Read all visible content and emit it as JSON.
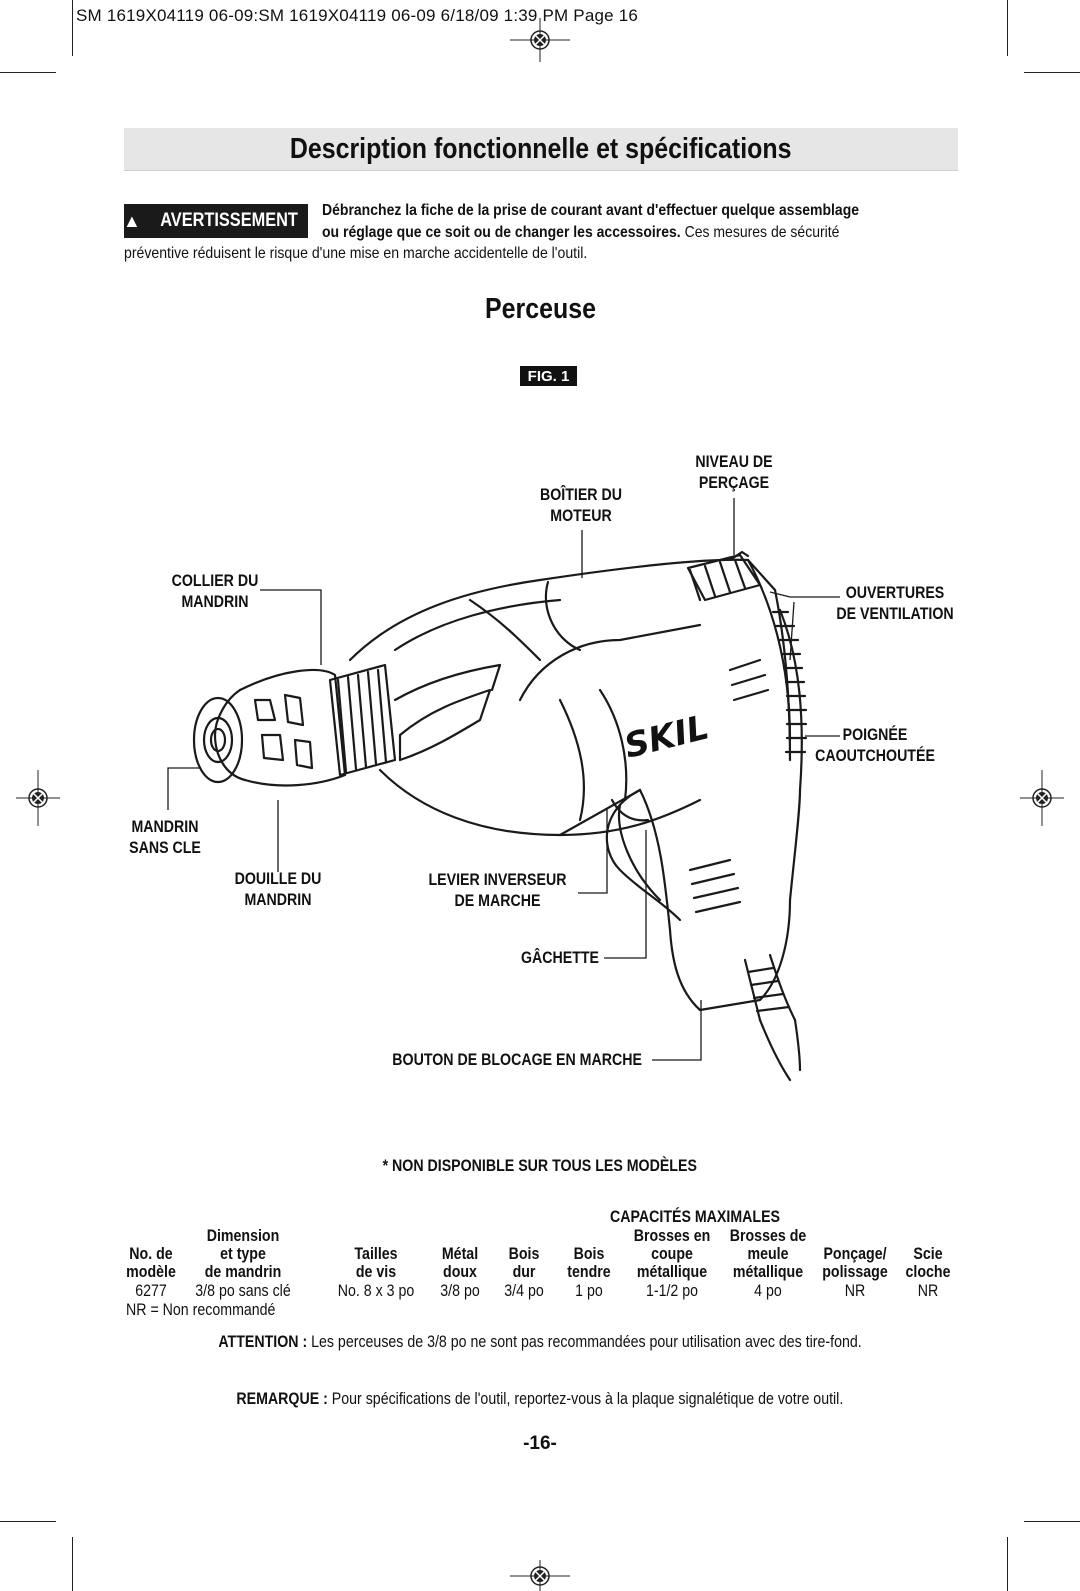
{
  "print_header": "SM 1619X04119 06-09:SM 1619X04119 06-09  6/18/09  1:39 PM  Page 16",
  "title": "Description fonctionnelle et spécifications",
  "warning": {
    "badge": "AVERTISSEMENT",
    "line1": "Débranchez la fiche de la prise de courant avant d'effectuer quelque assemblage",
    "line2_bold": "ou réglage que ce soit ou de changer les accessoires.",
    "line2_normal": " Ces mesures de sécurité",
    "line3": "préventive réduisent le risque d'une mise en marche accidentelle de l'outil."
  },
  "section_title": "Perceuse",
  "figure": {
    "badge": "FIG. 1",
    "brand": "SKIL",
    "labels": {
      "niveau_l1": "NIVEAU DE",
      "niveau_l2": "PERÇAGE",
      "boitier_l1": "BOÎTIER DU",
      "boitier_l2": "MOTEUR",
      "collier_l1": "COLLIER DU",
      "collier_l2": "MANDRIN",
      "ouvertures_l1": "OUVERTURES",
      "ouvertures_l2": "DE VENTILATION",
      "poignee_l1": "POIGNÉE",
      "poignee_l2": "CAOUTCHOUTÉE",
      "mandrin_l1": "MANDRIN",
      "mandrin_l2": "SANS CLE",
      "douille_l1": "DOUILLE DU",
      "douille_l2": "MANDRIN",
      "levier_l1": "LEVIER INVERSEUR",
      "levier_l2": "DE MARCHE",
      "gachette": "GÂCHETTE",
      "bouton": "BOUTON DE BLOCAGE EN MARCHE"
    }
  },
  "note_models": "* NON DISPONIBLE SUR TOUS LES MODÈLES",
  "specs": {
    "group_header": "CAPACITÉS MAXIMALES",
    "headers": {
      "model_l1": "No. de",
      "model_l2": "modèle",
      "dim_l1": "Dimension",
      "dim_l2": "et type",
      "dim_l3": "de mandrin",
      "screw_l1": "Tailles",
      "screw_l2": "de vis",
      "metal_l1": "Métal",
      "metal_l2": "doux",
      "hard_l1": "Bois",
      "hard_l2": "dur",
      "soft_l1": "Bois",
      "soft_l2": "tendre",
      "wirecup_l1": "Brosses en",
      "wirecup_l2": "coupe",
      "wirecup_l3": "métallique",
      "wirewheel_l1": "Brosses de",
      "wirewheel_l2": "meule",
      "wirewheel_l3": "métallique",
      "sanding_l1": "Ponçage/",
      "sanding_l2": "polissage",
      "hole_l1": "Scie",
      "hole_l2": "cloche"
    },
    "row": {
      "model": "6277",
      "dimension": "3/8 po sans clé",
      "screws": "No. 8 x 3 po",
      "metal": "3/8 po",
      "hardwood": "3/4 po",
      "softwood": "1 po",
      "wirecup": "1-1/2 po",
      "wirewheel": "4 po",
      "sanding": "NR",
      "holesaw": "NR"
    },
    "nr_note": "NR = Non recommandé"
  },
  "attention": {
    "label": "ATTENTION :",
    "text": " Les perceuses de 3/8 po ne sont pas recommandées pour utilisation avec des tire-fond."
  },
  "remark": {
    "label": "REMARQUE :",
    "text": " Pour spécifications de l'outil, reportez-vous à la plaque signalétique de votre outil."
  },
  "page_number": "-16-"
}
